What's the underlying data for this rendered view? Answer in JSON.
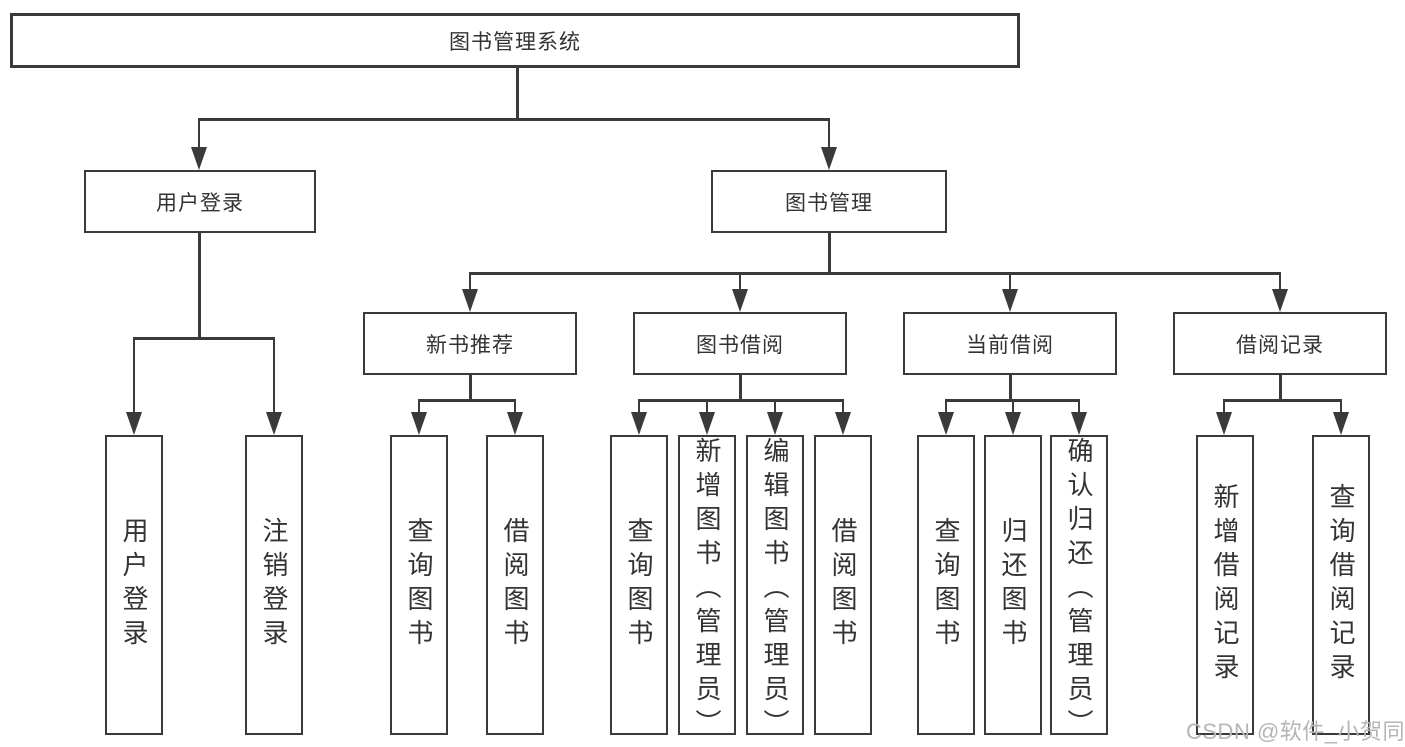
{
  "diagram": {
    "title": "图书管理系统",
    "children": [
      {
        "label": "用户登录",
        "children": [
          {
            "label": "用户登录"
          },
          {
            "label": "注销登录"
          }
        ]
      },
      {
        "label": "图书管理",
        "children": [
          {
            "label": "新书推荐",
            "children": [
              {
                "label": "查询图书"
              },
              {
                "label": "借阅图书"
              }
            ]
          },
          {
            "label": "图书借阅",
            "children": [
              {
                "label": "查询图书"
              },
              {
                "label": "新增图书（管理员）"
              },
              {
                "label": "编辑图书（管理员）"
              },
              {
                "label": "借阅图书"
              }
            ]
          },
          {
            "label": "当前借阅",
            "children": [
              {
                "label": "查询图书"
              },
              {
                "label": "归还图书"
              },
              {
                "label": "确认归还（管理员）"
              }
            ]
          },
          {
            "label": "借阅记录",
            "children": [
              {
                "label": "新增借阅记录"
              },
              {
                "label": "查询借阅记录"
              }
            ]
          }
        ]
      }
    ]
  },
  "watermark": {
    "text": "CSDN @软件_小贺同学"
  },
  "colors": {
    "line": "#3a3a3a",
    "box_border": "#3a3a3a",
    "text": "#333333",
    "watermark": "#b5b5b5",
    "background": "#ffffff"
  }
}
